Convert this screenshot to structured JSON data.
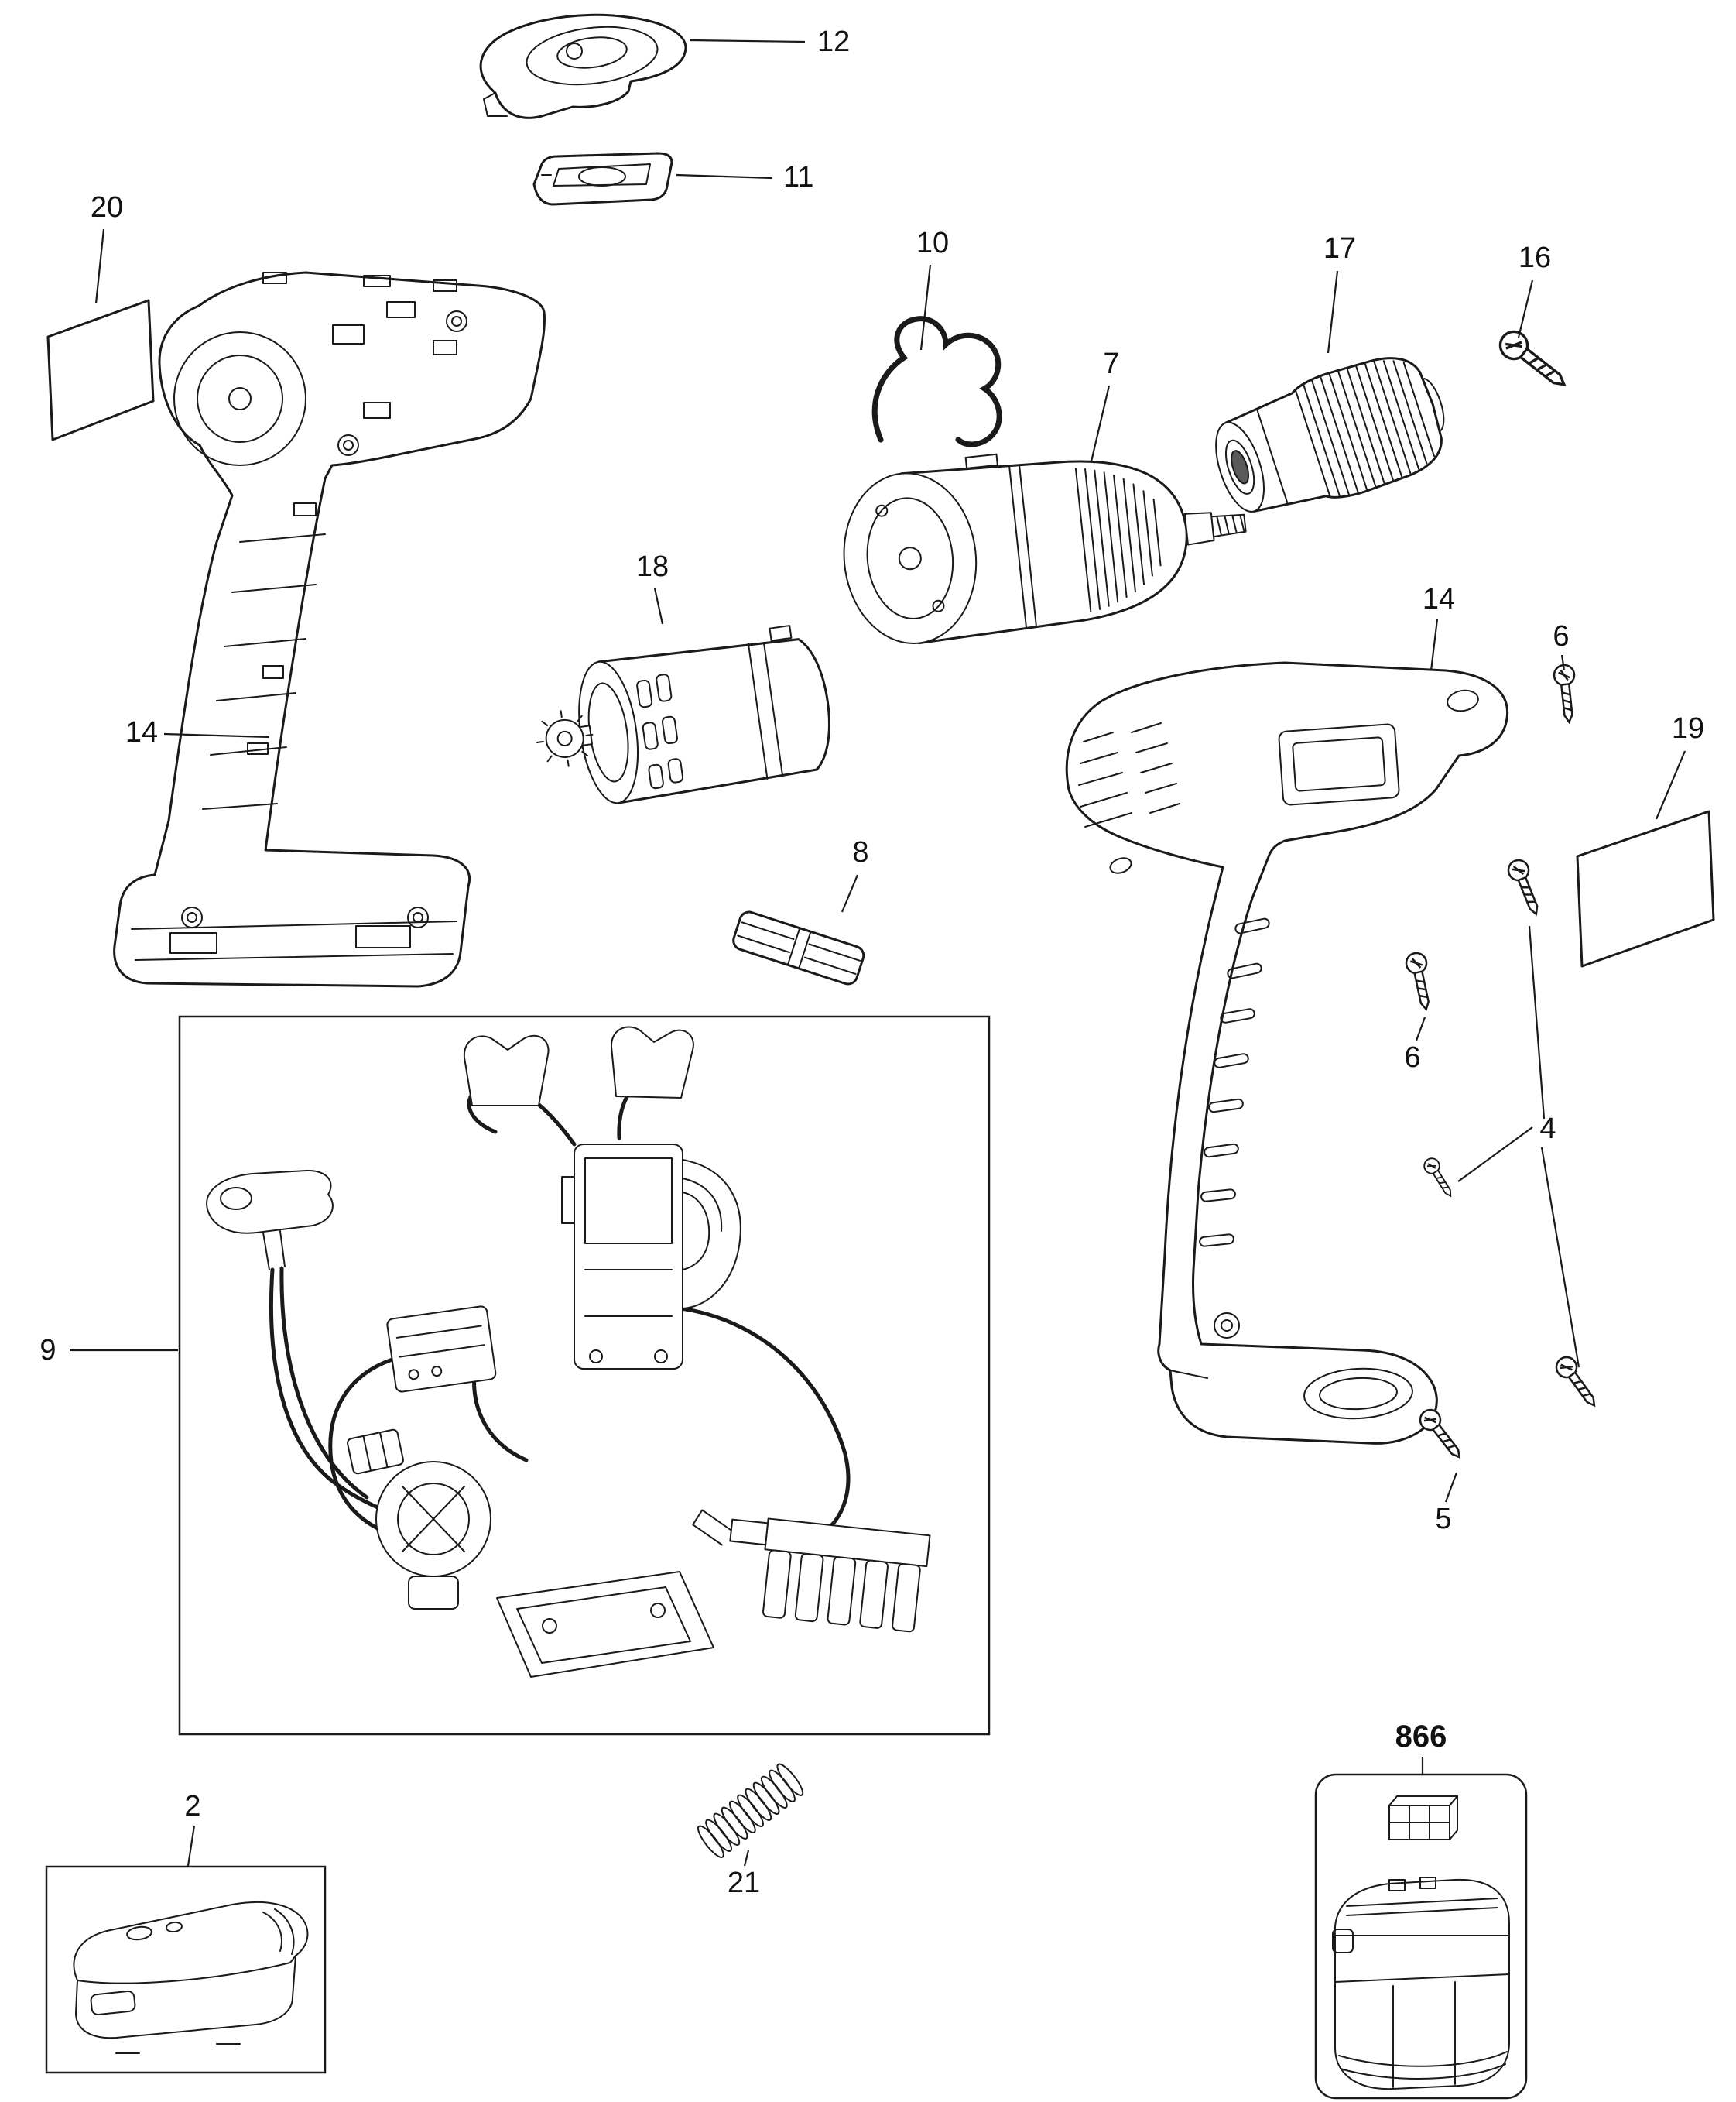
{
  "canvas": {
    "background": "#ffffff",
    "line_color": "#1a1a1a"
  },
  "callouts": {
    "part12": "12",
    "part11": "11",
    "part20": "20",
    "part10": "10",
    "part7": "7",
    "part17": "17",
    "part16": "16",
    "part18": "18",
    "part14_left": "14",
    "part14_right": "14",
    "part6_upper": "6",
    "part19": "19",
    "part8": "8",
    "part6_lower": "6",
    "part9": "9",
    "part4": "4",
    "part5": "5",
    "part2": "2",
    "part21": "21",
    "part866": "866"
  }
}
